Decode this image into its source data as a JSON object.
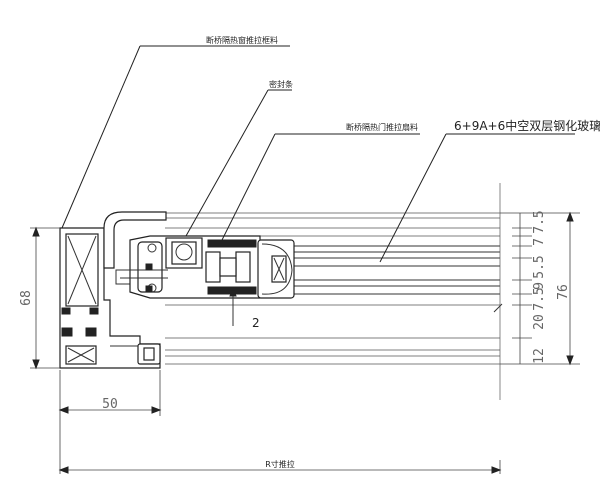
{
  "labels": {
    "frame_material": "断桥隔热窗推拉框料",
    "gasket": "密封条",
    "sash_material": "断桥隔热门推拉扇料",
    "glass": "6+9A+6中空双层钢化玻璃",
    "callout_number": "2",
    "bottom_label": "R寸推拉"
  },
  "dimensions": {
    "left_height": "68",
    "bottom_width": "50",
    "right_total": "76",
    "right_segments": [
      "12",
      "20",
      "7.5",
      "9",
      "5.5",
      "7",
      "7.5"
    ]
  }
}
